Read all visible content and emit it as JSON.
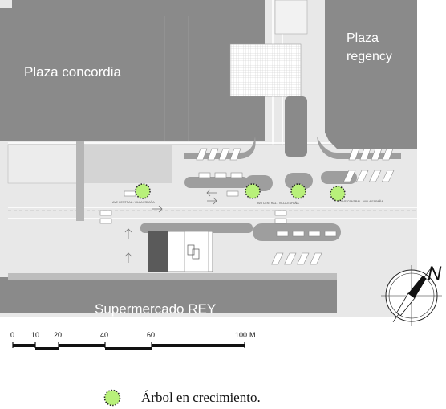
{
  "map": {
    "buildings": {
      "plaza_concordia": "Plaza concordia",
      "plaza_regency_line1": "Plaza",
      "plaza_regency_line2": "regency",
      "supermercado": "Supermercado REY"
    },
    "street_labels": [
      "AVE CENTRAL - VILLA ESPAÑA",
      "AVE CENTRAL - VILLA ESPAÑA",
      "AVE CENTRAL - VILLA ESPAÑA"
    ],
    "compass": {
      "north_label": "N"
    },
    "scale_bar": {
      "ticks": [
        "0",
        "10",
        "20",
        "40",
        "60",
        "100"
      ],
      "unit": "M"
    },
    "legend": {
      "label": "Árbol en crecimiento.",
      "symbol_color": "#b8f07a",
      "symbol_outline": "#2a2a2a"
    },
    "colors": {
      "building": "#8a8a8a",
      "paving": "#e6e6e6",
      "tree": "#b8f07a"
    },
    "tree_count": 4
  }
}
